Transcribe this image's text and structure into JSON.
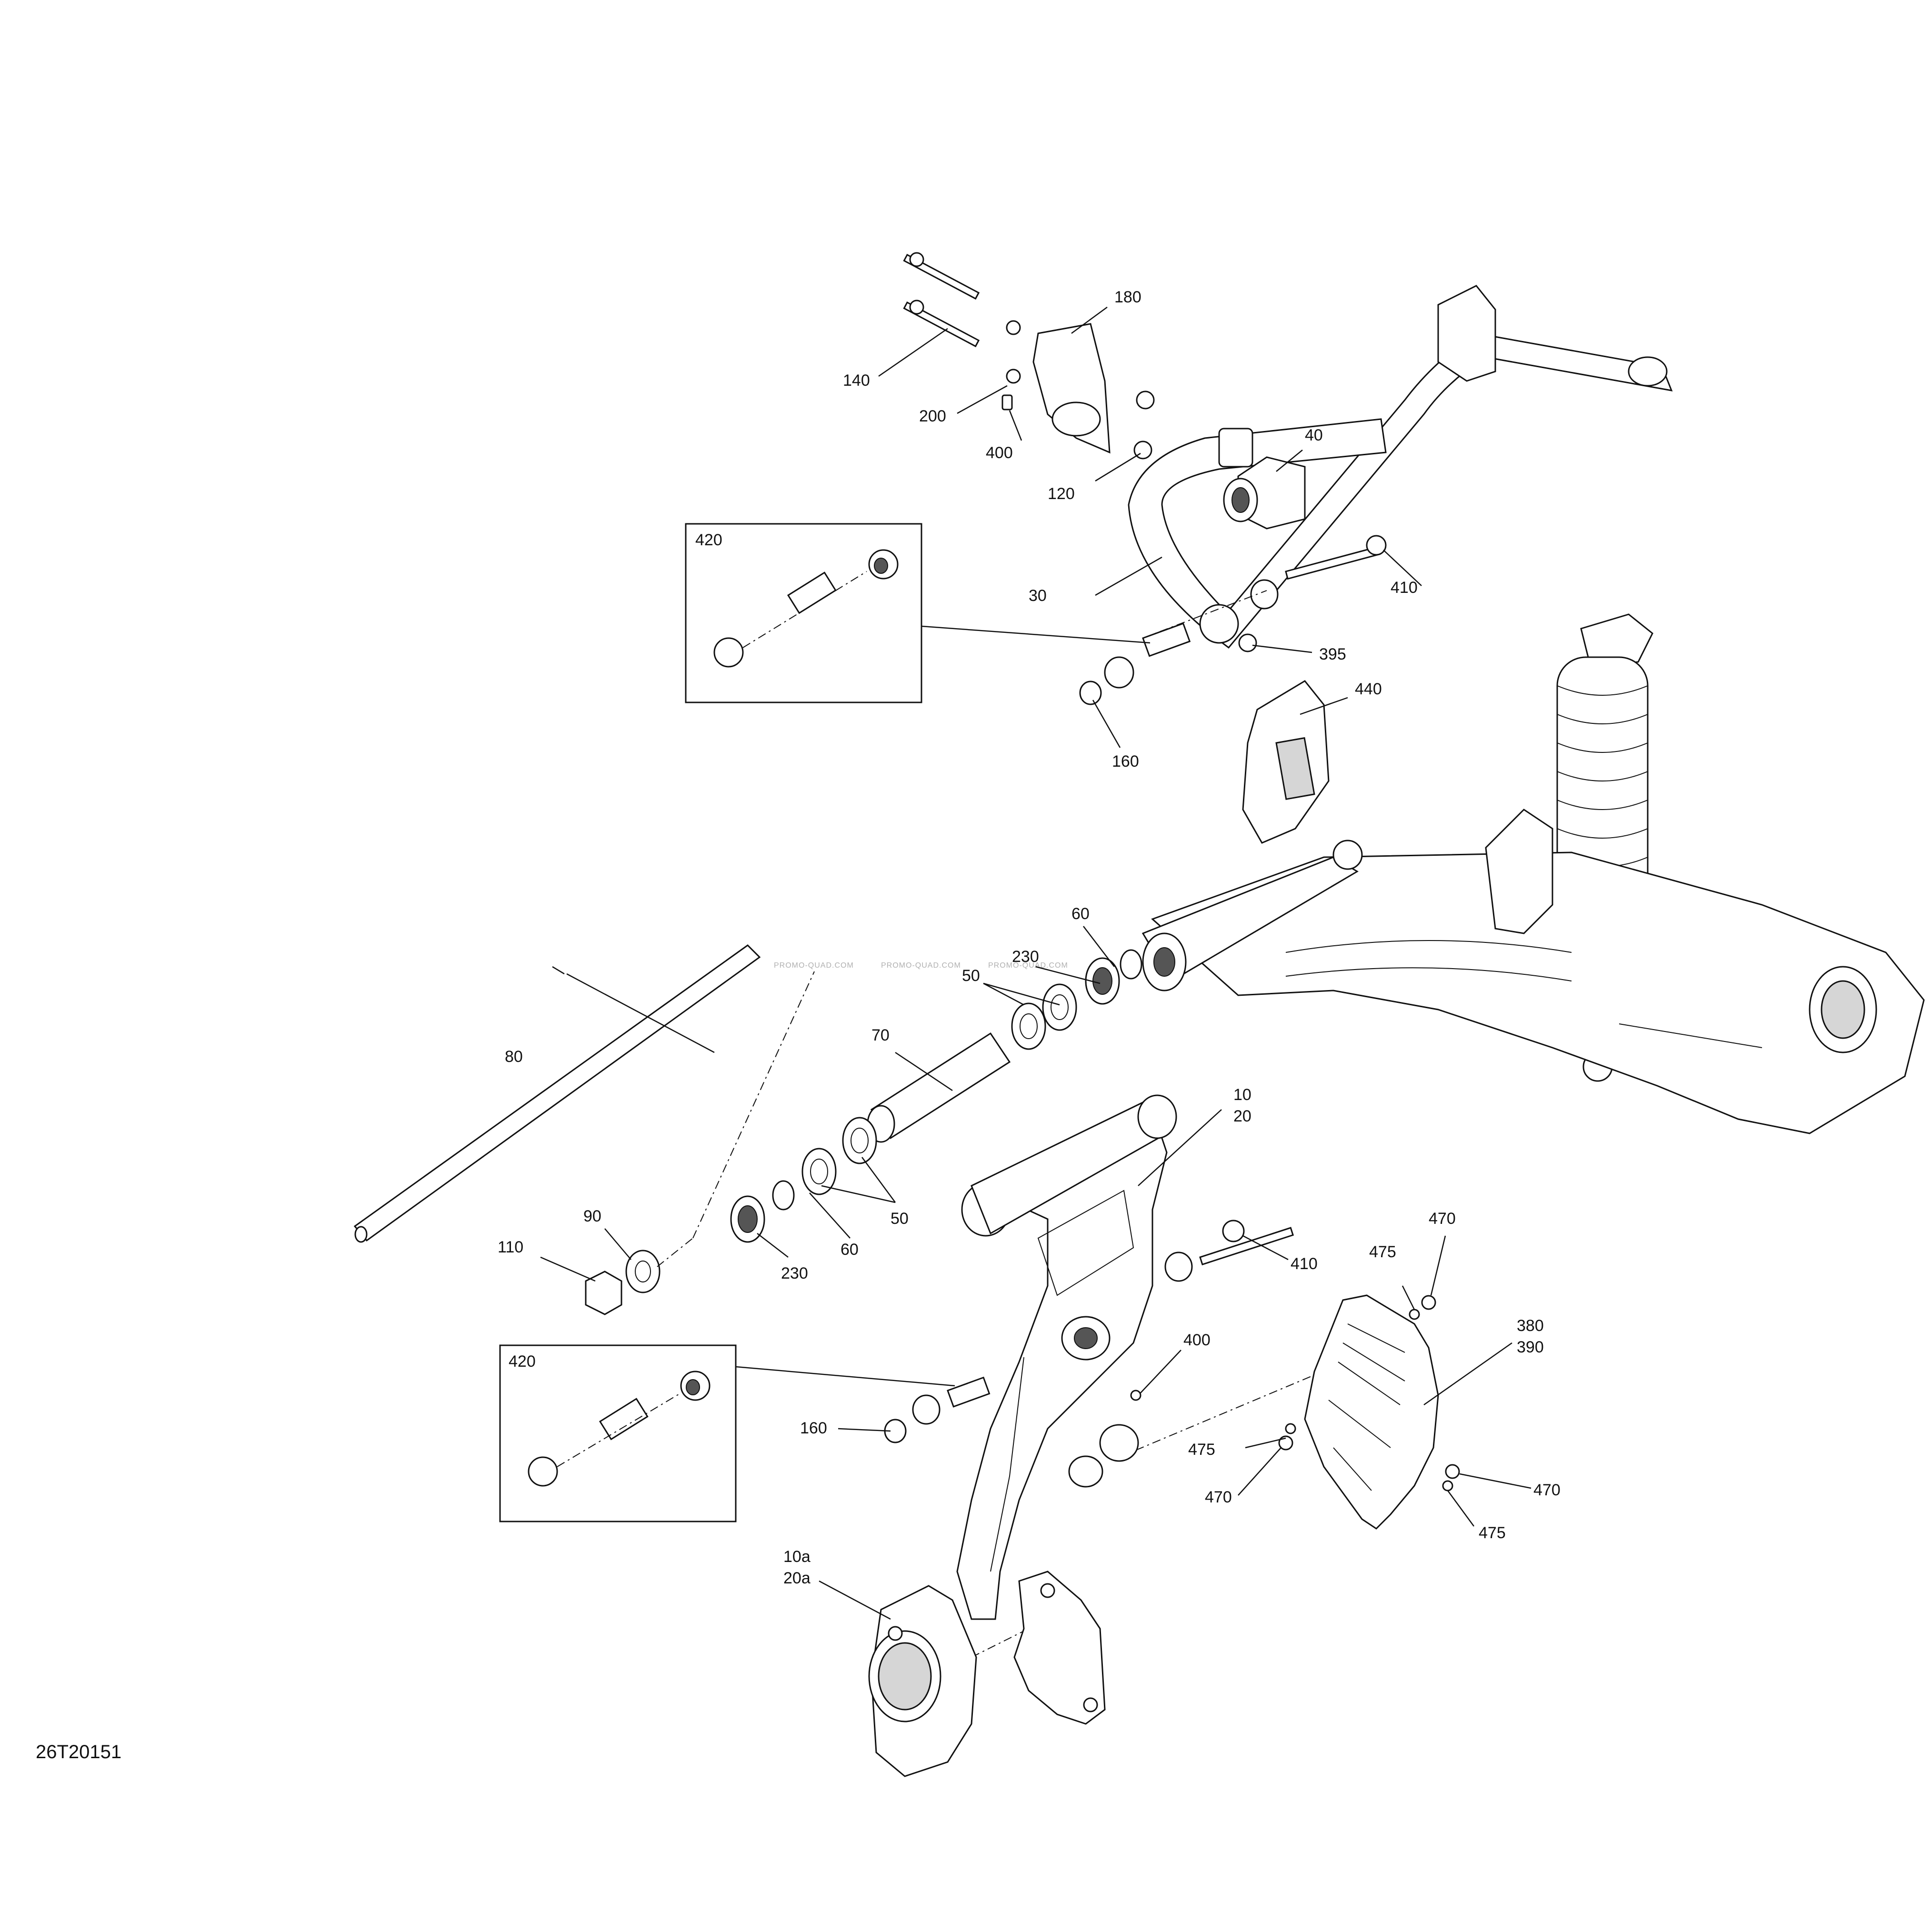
{
  "diagram_code": "26T20151",
  "watermark": "PROMO-QUAD.COM",
  "callouts": {
    "c180": "180",
    "c140": "140",
    "c200": "200",
    "c400a": "400",
    "c120": "120",
    "c40": "40",
    "c420a": "420",
    "c30": "30",
    "c410a": "410",
    "c395": "395",
    "c440": "440",
    "c160a": "160",
    "c60a": "60",
    "c230a": "230",
    "c50a": "50",
    "c80": "80",
    "c70": "70",
    "c10": "10",
    "c20": "20",
    "c90": "90",
    "c110": "110",
    "c50b": "50",
    "c60b": "60",
    "c230b": "230",
    "c470a": "470",
    "c475a": "475",
    "c410b": "410",
    "c380": "380",
    "c390": "390",
    "c420b": "420",
    "c400b": "400",
    "c160b": "160",
    "c475b": "475",
    "c470b": "470",
    "c470c": "470",
    "c475c": "475",
    "c10a": "10a",
    "c20a": "20a"
  }
}
